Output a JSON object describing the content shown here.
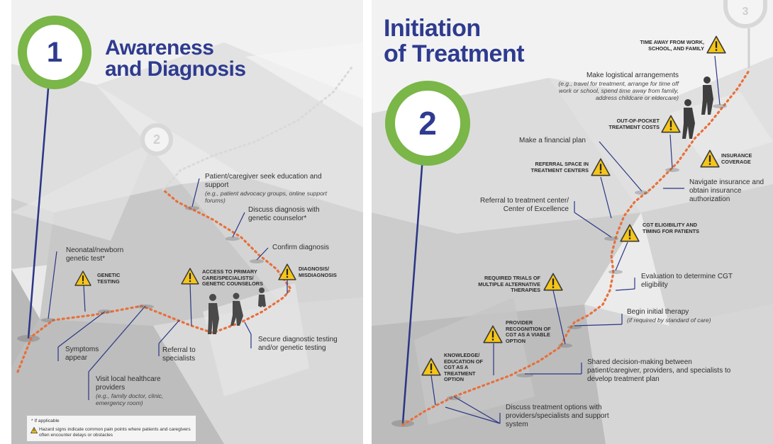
{
  "panel1": {
    "step_number": "1",
    "title_line1": "Awareness",
    "title_line2": "and Diagnosis",
    "next_step_number": "2",
    "labels": {
      "patient_education": "Patient/caregiver seek education and support",
      "patient_education_sub": "(e.g., patient advocacy groups, online support forums)",
      "discuss_counselor": "Discuss diagnosis with genetic counselor*",
      "confirm_diagnosis": "Confirm diagnosis",
      "neonatal_test": "Neonatal/newborn genetic test*",
      "symptoms_appear": "Symptoms appear",
      "visit_local": "Visit local healthcare providers",
      "visit_local_sub": "(e.g., family doctor, clinic, emergency room)",
      "referral_specialists": "Referral to specialists",
      "secure_testing": "Secure diagnostic testing and/or genetic testing"
    },
    "hazards": {
      "genetic_testing": "GENETIC TESTING",
      "access_primary": "ACCESS TO PRIMARY CARE/SPECIALISTS/ GENETIC COUNSELORS",
      "diagnoses": "DIAGNOSIS/ MISDIAGNOSIS"
    },
    "footnote_if_applicable": "* If applicable",
    "footnote_hazard": "Hazard signs indicate common pain points where patients and caregivers often encounter delays or obstacles"
  },
  "panel2": {
    "step_number": "2",
    "title_line1": "Initiation",
    "title_line2": "of Treatment",
    "next_step_number": "3",
    "labels": {
      "logistics": "Make logistical arrangements",
      "logistics_sub": "(e.g., travel for treatment, arrange for time off work or school, spend time away from family, address childcare or eldercare)",
      "financial_plan": "Make a financial plan",
      "navigate_insurance": "Navigate insurance and obtain insurance authorization",
      "referral_center": "Referral to treatment center/ Center of Excellence",
      "evaluation": "Evaluation to determine CGT eligibility",
      "initial_therapy": "Begin initial therapy",
      "initial_therapy_sub": "(if required by standard of care)",
      "shared_decision": "Shared decision-making between patient/caregiver, providers, and specialists to develop treatment plan",
      "discuss_options": "Discuss treatment options with providers/specialists and support system"
    },
    "hazards": {
      "time_away": "TIME AWAY FROM WORK, SCHOOL, AND FAMILY",
      "out_of_pocket": "OUT-OF-POCKET TREATMENT COSTS",
      "insurance_coverage": "INSURANCE COVERAGE",
      "referral_space": "REFERRAL SPACE IN TREATMENT CENTERS",
      "cgt_eligibility": "CGT ELIGIBILITY AND TIMING FOR PATIENTS",
      "required_trials": "REQUIRED TRIALS OF MULTIPLE ALTERNATIVE THERAPIES",
      "provider_recognition": "PROVIDER RECOGNITION OF CGT AS A VIABLE OPTION",
      "knowledge_education": "KNOWLEDGE/ EDUCATION OF CGT AS A TREATMENT OPTION"
    }
  },
  "colors": {
    "title_blue": "#2e3b8f",
    "ring_green": "#7ab648",
    "trail_orange": "#e8703a",
    "hazard_yellow": "#f5c518",
    "pointer_navy": "#2a3585"
  }
}
